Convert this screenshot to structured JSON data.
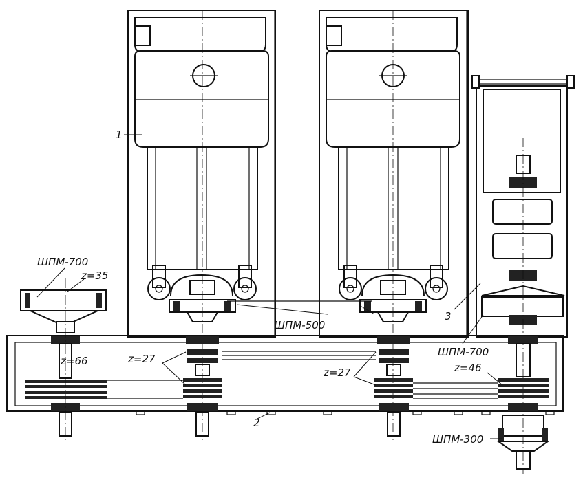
{
  "labels": {
    "machine_1": "1",
    "machine_2": "2",
    "machine_3": "3",
    "spm700_left": "ШПМ-700",
    "spm700_right": "ШПМ-700",
    "spm500": "ШПМ-500",
    "spm300": "ШПМ-300",
    "z35": "z=35",
    "z66": "z=66",
    "z27_left": "z=27",
    "z27_right": "z=27",
    "z46": "z=46"
  }
}
